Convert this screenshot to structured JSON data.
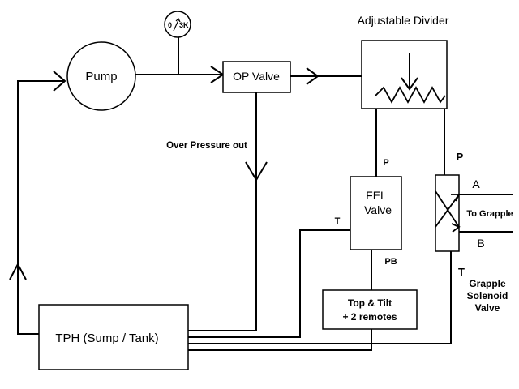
{
  "labels": {
    "adjustable_divider": "Adjustable Divider",
    "pump": "Pump",
    "gauge_low": "0",
    "gauge_high": "3K",
    "op_valve": "OP Valve",
    "over_pressure": "Over Pressure out",
    "fel_line1": "FEL",
    "fel_line2": "Valve",
    "fel_p": "P",
    "fel_t": "T",
    "fel_pb": "PB",
    "grapple_p": "P",
    "grapple_t": "T",
    "port_a": "A",
    "port_b": "B",
    "to_grapple": "To Grapple",
    "grapple_line1": "Grapple",
    "grapple_line2": "Solenoid",
    "grapple_line3": "Valve",
    "remotes_line1": "Top & Tilt",
    "remotes_line2": "+ 2 remotes",
    "tph": "TPH (Sump / Tank)"
  }
}
